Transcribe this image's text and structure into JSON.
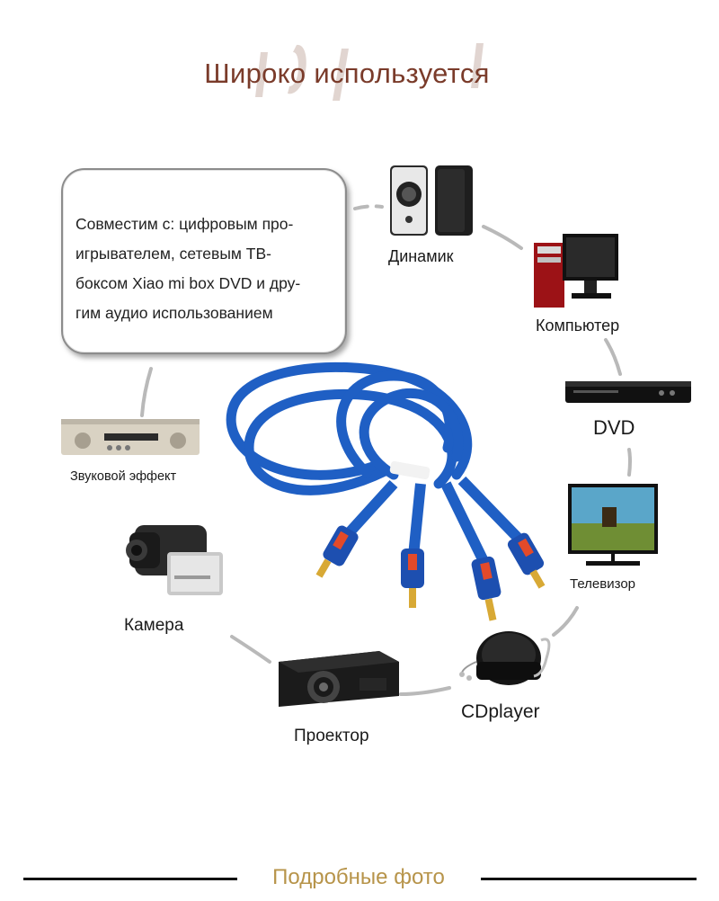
{
  "header": {
    "title": "Широко используется"
  },
  "callout": {
    "lines": [
      "Совместим с: цифровым про-",
      "игрывателем, сетевым ТВ-",
      "боксом Xiao mi box DVD и дру-",
      "гим аудио использованием"
    ]
  },
  "devices": {
    "speaker": "Динамик",
    "computer": "Компьютер",
    "dvd": "DVD",
    "tv": "Телевизор",
    "cdplayer": "CDplayer",
    "projector": "Проектор",
    "camera": "Камера",
    "audio_effect": "Звуковой эффект"
  },
  "footer": {
    "title": "Подробные фото"
  },
  "colors": {
    "title": "#7a3b2a",
    "footer_title": "#b7944a",
    "cable_blue": "#1f5fc4",
    "connector_red": "#e34a2a",
    "gold": "#d8a935"
  }
}
